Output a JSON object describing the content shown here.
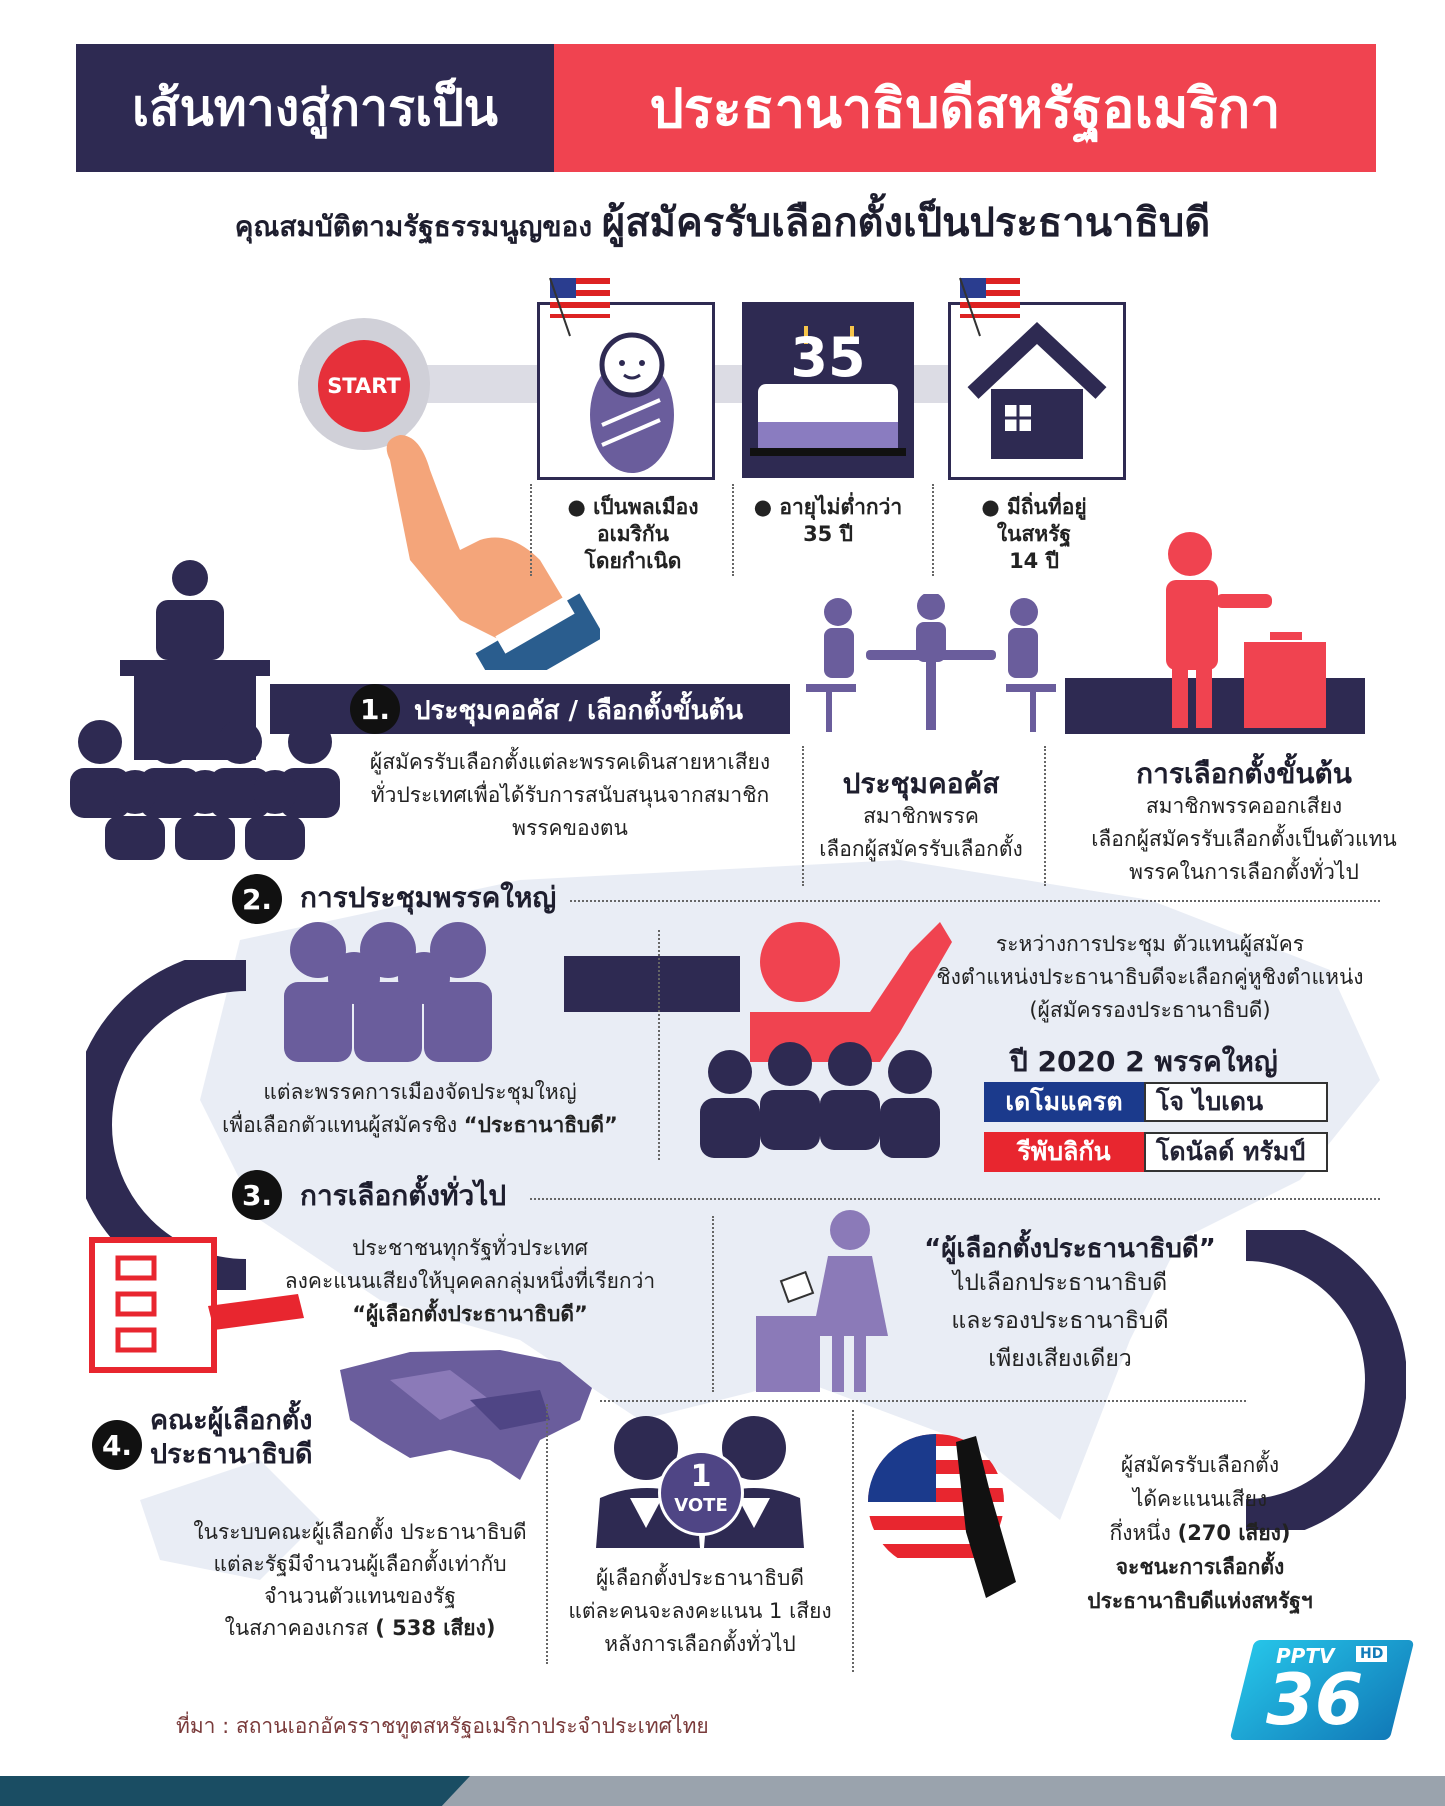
{
  "header": {
    "title_left": "เส้นทางสู่การเป็น",
    "title_right": "ประธานาธิบดีสหรัฐอเมริกา"
  },
  "subtitle": {
    "prefix": "คุณสมบัติตามรัฐธรรมนูญของ",
    "emphasis": "ผู้สมัครรับเลือกตั้งเป็นประธานาธิบดี"
  },
  "start": {
    "button_label": "START"
  },
  "qualifications": [
    {
      "icon": "baby-icon",
      "text": "● เป็นพลเมือง\nอเมริกัน\nโดยกำเนิด"
    },
    {
      "icon": "cake-icon",
      "cake_number": "35",
      "text": "● อายุไม่ต่ำกว่า\n35 ปี"
    },
    {
      "icon": "house-icon",
      "text": "● มีถิ่นที่อยู่\nในสหรัฐ\n14 ปี"
    }
  ],
  "step1": {
    "number": "1.",
    "title": "ประชุมคอคัส / เลือกตั้งขั้นต้น",
    "description": "ผู้สมัครรับเลือกตั้งแต่ละพรรคเดินสายหาเสียง\nทั่วประเทศเพื่อได้รับการสนับสนุนจากสมาชิก\nพรรคของตน",
    "caucus_title": "ประชุมคอคัส",
    "caucus_text": "สมาชิกพรรค\nเลือกผู้สมัครรับเลือกตั้ง",
    "primary_title": "การเลือกตั้งขั้นต้น",
    "primary_text": "สมาชิกพรรคออกเสียง\nเลือกผู้สมัครรับเลือกตั้งเป็นตัวแทน\nพรรคในการเลือกตั้งทั่วไป"
  },
  "step2": {
    "number": "2.",
    "title": "การประชุมพรรคใหญ่",
    "description_line1": "แต่ละพรรคการเมืองจัดประชุมใหญ่",
    "description_line2": "เพื่อเลือกตัวแทนผู้สมัครชิง",
    "description_emph": "“ประธานาธิบดี”",
    "convention_text": "ระหว่างการประชุม ตัวแทนผู้สมัคร\nชิงตำแหน่งประธานาธิบดีจะเลือกคู่หูชิงตำแหน่ง\n(ผู้สมัครรองประธานาธิบดี)",
    "year_title": "ปี 2020  2 พรรคใหญ่",
    "parties": [
      {
        "party": "เดโมแครต",
        "candidate": "โจ ไบเดน",
        "color": "#1b3a8c"
      },
      {
        "party": "รีพับลิกัน",
        "candidate": "โดนัลด์ ทรัมป์",
        "color": "#e8262f"
      }
    ]
  },
  "step3": {
    "number": "3.",
    "title": "การเลือกตั้งทั่วไป",
    "description_line1": "ประชาชนทุกรัฐทั่วประเทศ",
    "description_line2": "ลงคะแนนเสียงให้บุคคลกลุ่มหนึ่งที่เรียกว่า",
    "description_emph": "“ผู้เลือกตั้งประธานาธิบดี”",
    "elector_title": "“ผู้เลือกตั้งประธานาธิบดี”",
    "elector_text": "ไปเลือกประธานาธิบดี\nและรองประธานาธิบดี\nเพียงเสียงเดียว"
  },
  "step4": {
    "number": "4.",
    "title": "คณะผู้เลือกตั้ง\nประธานาธิบดี",
    "description_line1": "ในระบบคณะผู้เลือกตั้ง ประธานาธิบดี",
    "description_line2": "แต่ละรัฐมีจำนวนผู้เลือกตั้งเท่ากับ",
    "description_line3": "จำนวนตัวแทนของรัฐ",
    "description_line4": "ในสภาคองเกรส",
    "description_emph": "( 538 เสียง)",
    "vote_badge_number": "1",
    "vote_badge_label": "VOTE",
    "vote_text": "ผู้เลือกตั้งประธานาธิบดี\nแต่ละคนจะลงคะแนน 1 เสียง\nหลังการเลือกตั้งทั่วไป",
    "win_text_line1": "ผู้สมัครรับเลือกตั้ง",
    "win_text_line2": "ได้คะแนนเสียง",
    "win_text_line3": "กึ่งหนึ่ง",
    "win_text_emph": "(270 เสียง)",
    "win_text_line4": "จะชนะการเลือกตั้ง",
    "win_text_line5": "ประธานาธิบดีแห่งสหรัฐฯ"
  },
  "source": "ที่มา : สถานเอกอัครราชทูตสหรัฐอเมริกาประจำประเทศไทย",
  "logo": {
    "brand": "PPTV",
    "hd": "HD",
    "channel": "36"
  }
}
